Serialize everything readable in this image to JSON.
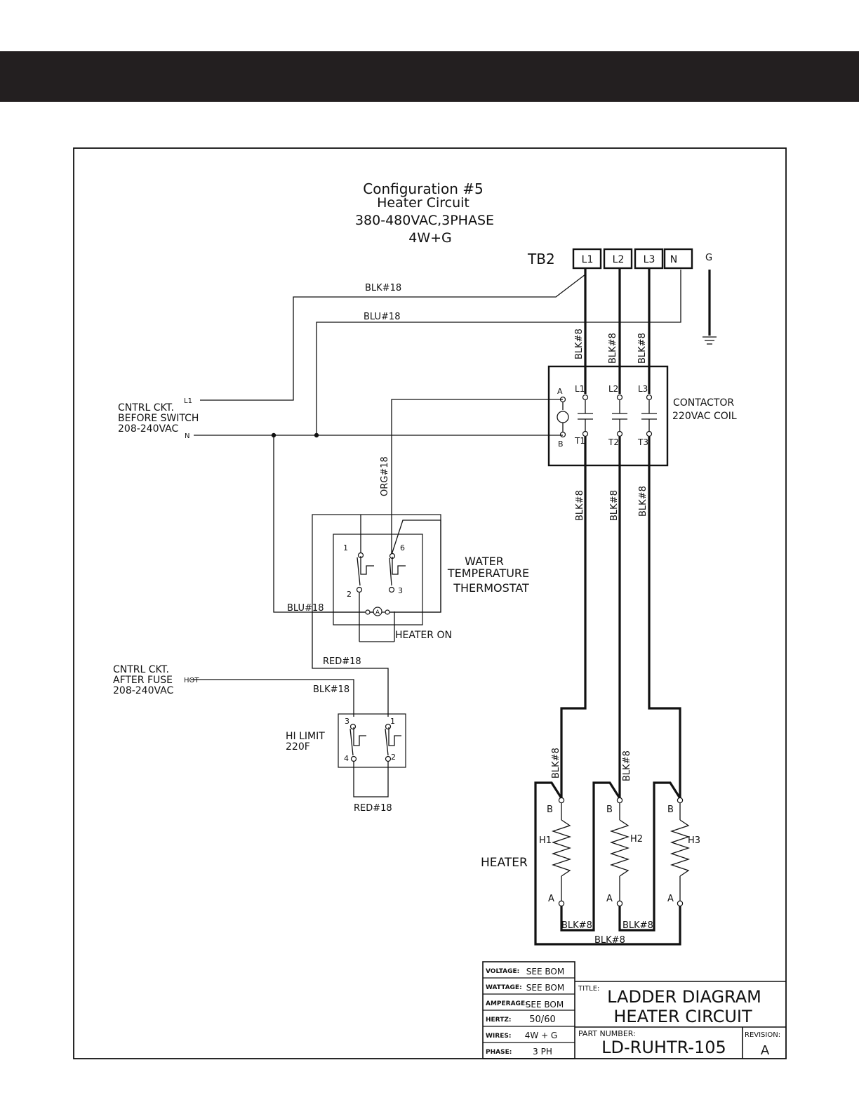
{
  "title": {
    "line1": "Configuration #5",
    "line2": "Heater Circuit",
    "line3": "380-480VAC,3PHASE",
    "line4": "4W+G"
  },
  "terminal_block": {
    "label": "TB2",
    "terminals": [
      "L1",
      "L2",
      "L3",
      "N"
    ],
    "ground": "G"
  },
  "wires": {
    "blk18": "BLK#18",
    "blu18": "BLU#18",
    "blk8": "BLK#8",
    "org18": "ORG#18",
    "red18": "RED#18"
  },
  "control_before": {
    "line1": "CNTRL CKT.",
    "line2": "BEFORE SWITCH",
    "line3": "208-240VAC",
    "l1": "L1",
    "n": "N"
  },
  "control_after": {
    "line1": "CNTRL CKT.",
    "line2": "AFTER FUSE",
    "line3": "208-240VAC",
    "hot": "HOT"
  },
  "contactor": {
    "label1": "CONTACTOR",
    "label2": "220VAC COIL",
    "coil_a": "A",
    "coil_b": "B",
    "lines": [
      "L1",
      "L2",
      "L3"
    ],
    "loads": [
      "T1",
      "T2",
      "T3"
    ]
  },
  "thermostat": {
    "label1": "WATER",
    "label2": "TEMPERATURE",
    "label3": "THERMOSTAT",
    "pins": [
      "1",
      "2",
      "6",
      "3"
    ],
    "lamp": "HEATER ON",
    "lamp_symbol": "A"
  },
  "hi_limit": {
    "label1": "HI LIMIT",
    "label2": "220F",
    "pins": [
      "3",
      "4",
      "1",
      "2"
    ]
  },
  "heater": {
    "label": "HEATER",
    "elements": [
      "H1",
      "H2",
      "H3"
    ],
    "end_b": "B",
    "end_a": "A"
  },
  "title_block": {
    "rows": [
      {
        "key": "VOLTAGE:",
        "value": "SEE BOM"
      },
      {
        "key": "WATTAGE:",
        "value": "SEE BOM"
      },
      {
        "key": "AMPERAGE:",
        "value": "SEE BOM"
      },
      {
        "key": "HERTZ:",
        "value": "50/60"
      },
      {
        "key": "WIRES:",
        "value": "4W + G"
      },
      {
        "key": "PHASE:",
        "value": "3 PH"
      }
    ],
    "title_label": "TITLE:",
    "title_line1": "LADDER DIAGRAM",
    "title_line2": "HEATER CIRCUIT",
    "part_label": "PART NUMBER:",
    "part_number": "LD-RUHTR-105",
    "revision_label": "REVISION:",
    "revision": "A"
  }
}
